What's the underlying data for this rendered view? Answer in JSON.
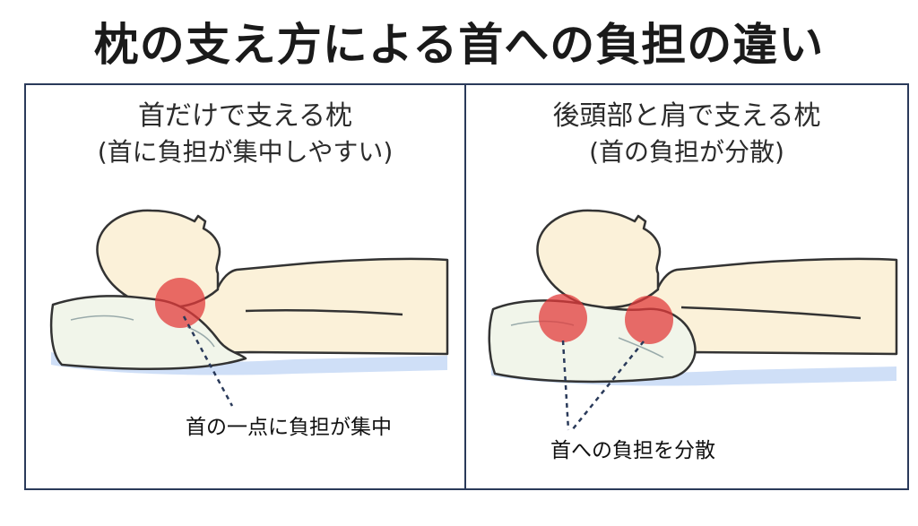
{
  "title": "枕の支え方による首への負担の違い",
  "left": {
    "title_line1": "首だけで支える枕",
    "title_line2": "(首に負担が集中しやすい)",
    "annotation": "首の一点に負担が集中"
  },
  "right": {
    "title_line1": "後頭部と肩で支える枕",
    "title_line2": "(首の負担が分散)",
    "annotation": "首への負担を分散"
  },
  "colors": {
    "border": "#2a3a5a",
    "skin": "#fbf1d9",
    "pillow": "#f1f5ea",
    "mattress": "#cfdff7",
    "pressure": "#e23b3b",
    "outline": "#333333"
  }
}
